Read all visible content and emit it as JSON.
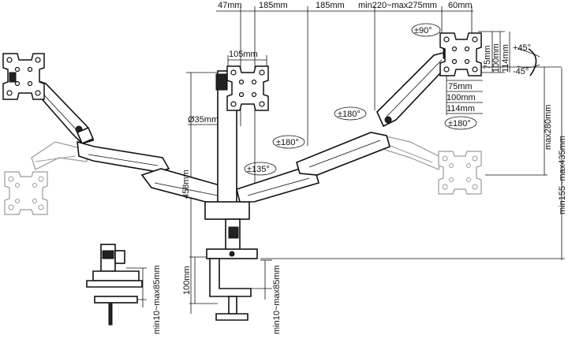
{
  "dimensions": {
    "top_47": "47mm",
    "top_185_a": "185mm",
    "top_185_b": "185mm",
    "top_min_max": "min220~max275mm",
    "top_60": "60mm",
    "vesa_105": "105mm",
    "pole_dia": "Ø35mm",
    "height_458": "458mm",
    "vesa_75_v": "75mm",
    "vesa_100_v": "100mm",
    "vesa_114_v": "114mm",
    "vesa_75_h": "75mm",
    "vesa_100_h": "100mm",
    "vesa_114_h": "114mm",
    "max280": "max280mm",
    "min155_max435": "min155~max435mm",
    "base_100": "100mm",
    "clamp_range_main": "min10~max85mm",
    "clamp_range_grommet": "min10~max85mm"
  },
  "rotations": {
    "rot_90": "±90°",
    "rot_180_right_arm": "±180°",
    "rot_180_center": "±180°",
    "rot_135": "±135°",
    "rot_180_tilt": "±180°",
    "tilt_plus": "+45°",
    "tilt_minus": "-45°"
  }
}
